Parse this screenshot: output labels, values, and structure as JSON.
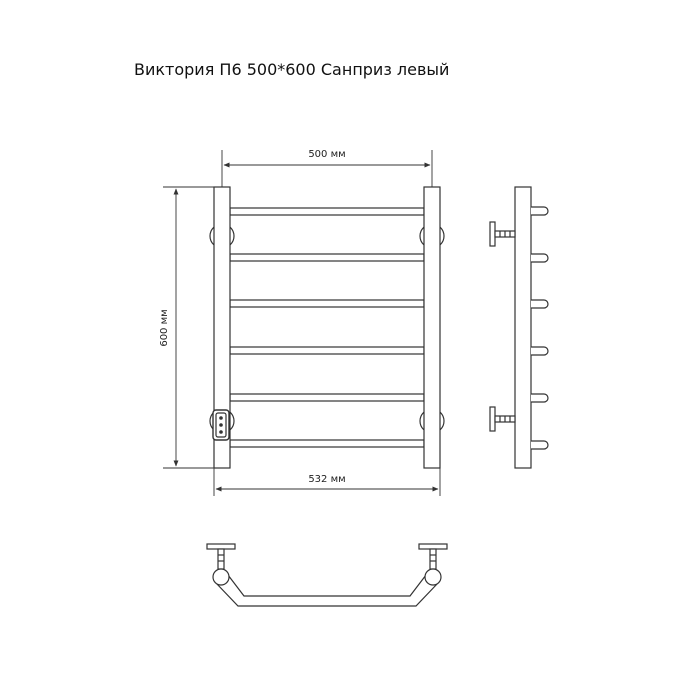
{
  "title": "Виктория П6 500*600 Санприз левый",
  "dimensions": {
    "top_width": "500 мм",
    "height": "600 мм",
    "bottom_width": "532 мм"
  },
  "colors": {
    "line": "#333333",
    "text": "#111111"
  }
}
